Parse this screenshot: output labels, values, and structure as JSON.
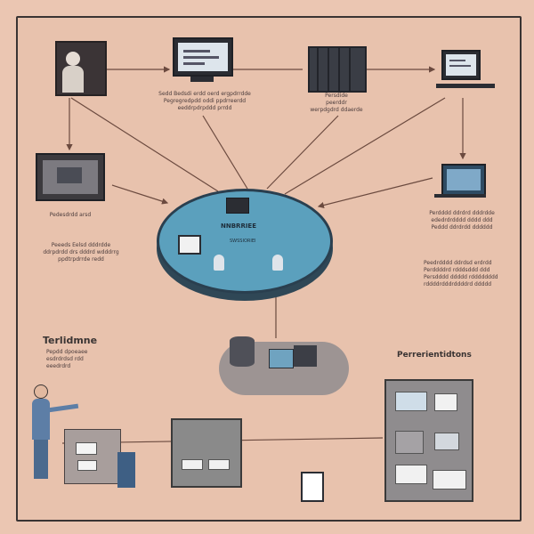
{
  "hub": {
    "title": "NNBRRIEE",
    "subtitle": "SWSSIORIEI"
  },
  "nodes": {
    "top_left_caption": [
      "",
      ""
    ],
    "top_monitor_caption": [
      "Sedd Bedsdi erdd oerd ergpdrrdde",
      "Pegregredpdd oddi ppdrreerdd",
      "eeddrpdrpddd prrdd"
    ],
    "top_server_caption": [
      "Persdide",
      "peerddr",
      "werpdgdrd ddaerde"
    ],
    "top_right_caption": [
      "",
      ""
    ],
    "mid_left_caption": [
      "Pedesdrdd arsd"
    ],
    "mid_left_text": [
      "Peeeds Eelsd dddrdde",
      "ddrpdrdd drs dddrd wdddrrg",
      "ppdtrpdrrde redd"
    ],
    "mid_right_caption": [
      "Perdddd ddrdrd dddrdde",
      "ededrdrdddd dddd ddd",
      "Peddd ddrdrdd dddddd"
    ],
    "mid_right_text": [
      "Peedrdddd ddrdsd erdrdd",
      "Perddddrd rdddsddd ddd",
      "Persdddd ddddd rdddddddd",
      "rddddrdddrddddrd ddddd"
    ]
  },
  "sections": {
    "left_title": "Terlidmne",
    "left_lines": [
      "Pepdd dpoeaee",
      "esdrdrdsd rdd",
      "eeedrdrd"
    ],
    "right_title": "Perrerientidtons"
  },
  "colors": {
    "background": "#ebc6b2",
    "hub": "#5ba0bd",
    "outline": "#2a3f4f",
    "frame": "#3a3433"
  },
  "icons": [
    "monitor-icon",
    "server-rack-icon",
    "laptop-icon",
    "person-icon",
    "database-icon",
    "document-icon",
    "presentation-board-icon"
  ]
}
